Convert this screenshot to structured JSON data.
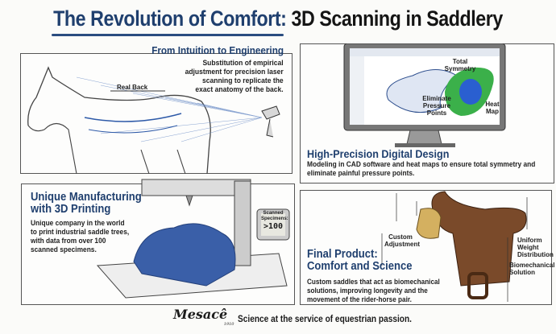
{
  "title": {
    "part1": "The Revolution of Comfort:",
    "part2": "3D Scanning in Saddlery"
  },
  "panels": {
    "scanning": {
      "heading": "From Intuition to Engineering",
      "body": [
        "Substitution of empirical",
        "adjustment for precision laser",
        "scanning to replicate the",
        "exact anatomy of the back."
      ],
      "label_real_back": "Real Back"
    },
    "design": {
      "heading": "High-Precision Digital Design",
      "body": "Modeling in CAD software and heat maps to ensure total symmetry and eliminate painful pressure points.",
      "labels": {
        "symmetry": "Total Symmetry",
        "pressure": "Eliminate Pressure Points",
        "heatmap": "Heat Map"
      }
    },
    "printing": {
      "heading_lines": [
        "Unique Manufacturing",
        "with 3D Printing"
      ],
      "body": [
        "Unique company in the world",
        "to print industrial saddle trees,",
        "with data from over 100",
        "scanned specimens."
      ],
      "display": {
        "label": "Scanned Specimens:",
        "value": ">100"
      }
    },
    "product": {
      "heading_lines": [
        "Final Product:",
        "Comfort and Science"
      ],
      "body": [
        "Custom saddles that act as biomechanical",
        "solutions, improving longevity and the",
        "movement of the rider-horse pair."
      ],
      "labels": {
        "custom": "Custom Adjustment",
        "uniform": "Uniform Weight Distribution",
        "biomech": "Biomechanical Solution"
      }
    }
  },
  "footer": {
    "logo": "Mesacê",
    "logo_year": "1910",
    "tagline": "Science at the service of equestrian passion."
  },
  "colors": {
    "navy": "#1f3f6e",
    "print_blue": "#3a5fa8",
    "saddle": "#7a4a2a"
  }
}
